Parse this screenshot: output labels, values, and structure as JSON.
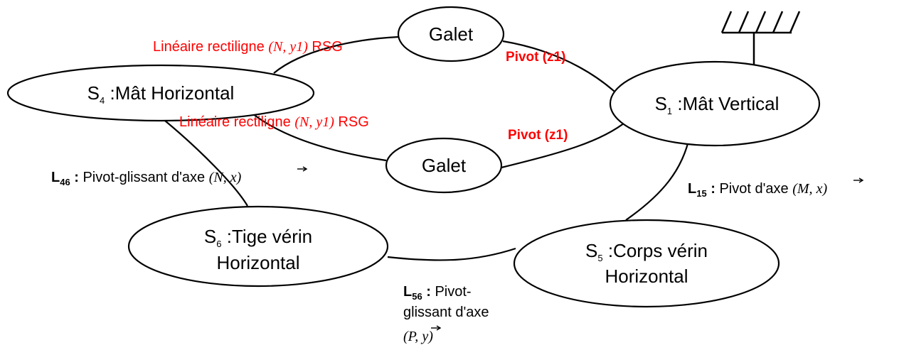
{
  "nodes": {
    "galet_top": "Galet",
    "galet_bottom": "Galet",
    "s4": {
      "prefix": "S",
      "sub": "4",
      "label": " :Mât Horizontal"
    },
    "s1": {
      "prefix": "S",
      "sub": "1",
      "label": " :Mât Vertical"
    },
    "s6": {
      "prefix": "S",
      "sub": "6",
      "label1": " :Tige vérin",
      "label2": "Horizontal"
    },
    "s5": {
      "prefix": "S",
      "sub": "5",
      "label1": " :Corps vérin",
      "label2": "Horizontal"
    }
  },
  "links": {
    "lin_top": {
      "text": "Linéaire rectiligne ",
      "math": "(N, y1)",
      "suffix": " RSG"
    },
    "lin_bottom": {
      "text": "Linéaire rectiligne ",
      "math": "(N, y1)",
      "suffix": " RSG"
    },
    "pivot_top": "Pivot (z1)",
    "pivot_bottom": "Pivot (z1)",
    "l46": {
      "name": "L",
      "sub": "46",
      "colon": " :",
      "text": " Pivot-glissant d'axe ",
      "math_open": "(N, ",
      "vec": "x",
      "math_close": ")"
    },
    "l15": {
      "name": "L",
      "sub": "15",
      "colon": " :",
      "text": " Pivot d'axe ",
      "math_open": "(M, ",
      "vec": "x",
      "math_close": ")"
    },
    "l56": {
      "name": "L",
      "sub": "56",
      "colon": " :",
      "line1": " Pivot-",
      "line2": "glissant d'axe",
      "math_open": "(P, ",
      "vec": "y",
      "math_close": ")"
    }
  },
  "colors": {
    "link_red": "#ff0000",
    "stroke": "#000000"
  }
}
